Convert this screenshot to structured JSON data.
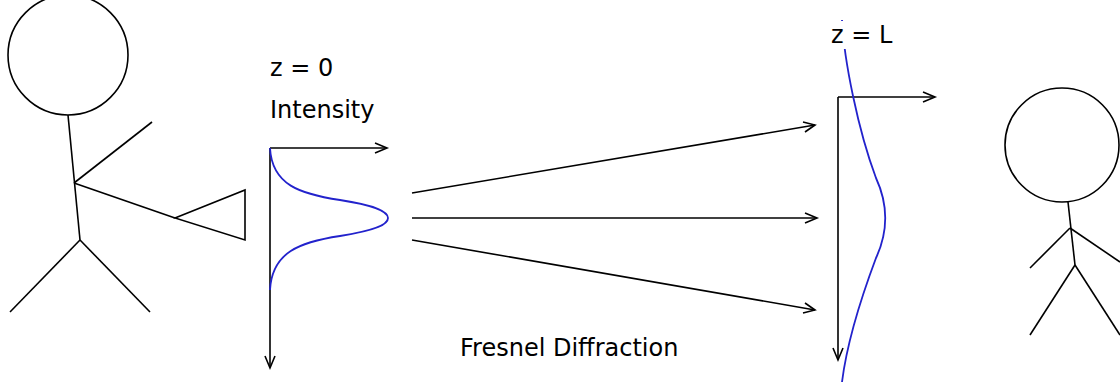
{
  "diagram": {
    "labels": [
      "z = 0",
      "Intensity",
      "z = L",
      "Fresnel Diffraction"
    ]
  }
}
